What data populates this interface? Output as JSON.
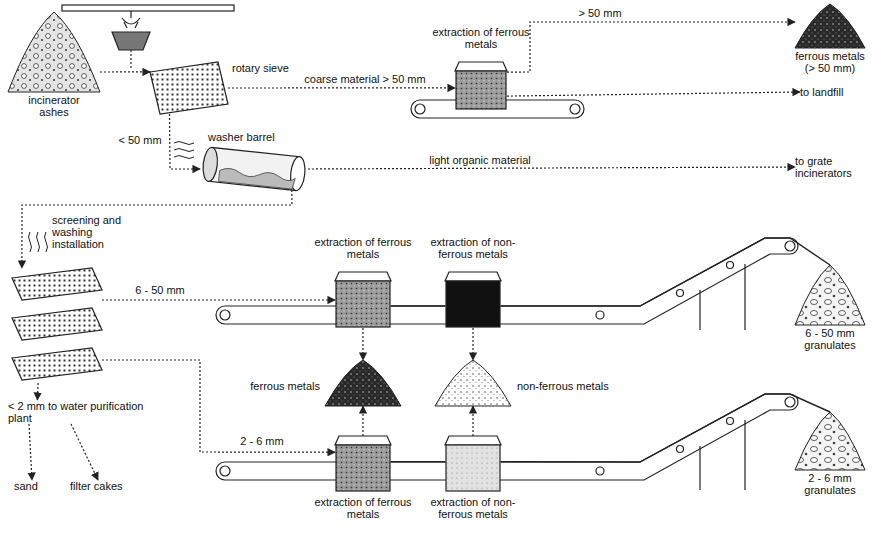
{
  "diagram": {
    "nodes": [
      {
        "text": [
          "incinerator ashes"
        ]
      },
      {
        "text": [
          "rotary sieve"
        ]
      },
      {
        "text": [
          "extraction of ferrous metals"
        ]
      },
      {
        "text": [
          "ferrous metals (> 50 mm)"
        ]
      },
      {
        "text": [
          "to landfill"
        ]
      },
      {
        "text": [
          "washer barrel"
        ]
      },
      {
        "text": [
          "to grate incinerators"
        ]
      },
      {
        "text": [
          "screening and washing installation"
        ]
      },
      {
        "text": [
          "extraction of ferrous metals"
        ]
      },
      {
        "text": [
          "extraction of non-ferrous metals"
        ]
      },
      {
        "text": [
          "6 - 50 mm granulates"
        ]
      },
      {
        "text": [
          "ferrous metals"
        ]
      },
      {
        "text": [
          "non-ferrous metals"
        ]
      },
      {
        "text": [
          "extraction of ferrous metals"
        ]
      },
      {
        "text": [
          "extraction of non-ferrous metals"
        ]
      },
      {
        "text": [
          "2 - 6 mm granulates"
        ]
      },
      {
        "text": [
          "< 2 mm to water purification plant"
        ]
      },
      {
        "text": [
          "sand"
        ]
      },
      {
        "text": [
          "filter cakes"
        ]
      }
    ],
    "edges": [
      {
        "from": 0,
        "to": 1,
        "arrow": "to"
      },
      {
        "from": 1,
        "to": 2,
        "arrow": "to",
        "label": "coarse material > 50 mm"
      },
      {
        "from": 2,
        "to": 3,
        "arrow": "to",
        "label": "> 50 mm"
      },
      {
        "from": 2,
        "to": 4,
        "arrow": "to"
      },
      {
        "from": 1,
        "to": 5,
        "arrow": "to",
        "label": "< 50 mm"
      },
      {
        "from": 5,
        "to": 6,
        "arrow": "to",
        "label": "light organic material"
      },
      {
        "from": 5,
        "to": 7,
        "arrow": "to"
      },
      {
        "from": 7,
        "to": 8,
        "arrow": "to",
        "label": "6 - 50 mm"
      },
      {
        "from": 8,
        "to": 9,
        "arrow": "none"
      },
      {
        "from": 9,
        "to": 10,
        "arrow": "none"
      },
      {
        "from": 8,
        "to": 11,
        "arrow": "to"
      },
      {
        "from": 9,
        "to": 12,
        "arrow": "to"
      },
      {
        "from": 7,
        "to": 13,
        "arrow": "to",
        "label": "2 - 6 mm"
      },
      {
        "from": 13,
        "to": 14,
        "arrow": "none"
      },
      {
        "from": 14,
        "to": 15,
        "arrow": "none"
      },
      {
        "from": 13,
        "to": 11,
        "arrow": "to"
      },
      {
        "from": 14,
        "to": 12,
        "arrow": "to"
      },
      {
        "from": 7,
        "to": 16,
        "arrow": "to"
      },
      {
        "from": 16,
        "to": 17,
        "arrow": "to"
      },
      {
        "from": 16,
        "to": 18,
        "arrow": "to"
      }
    ]
  }
}
